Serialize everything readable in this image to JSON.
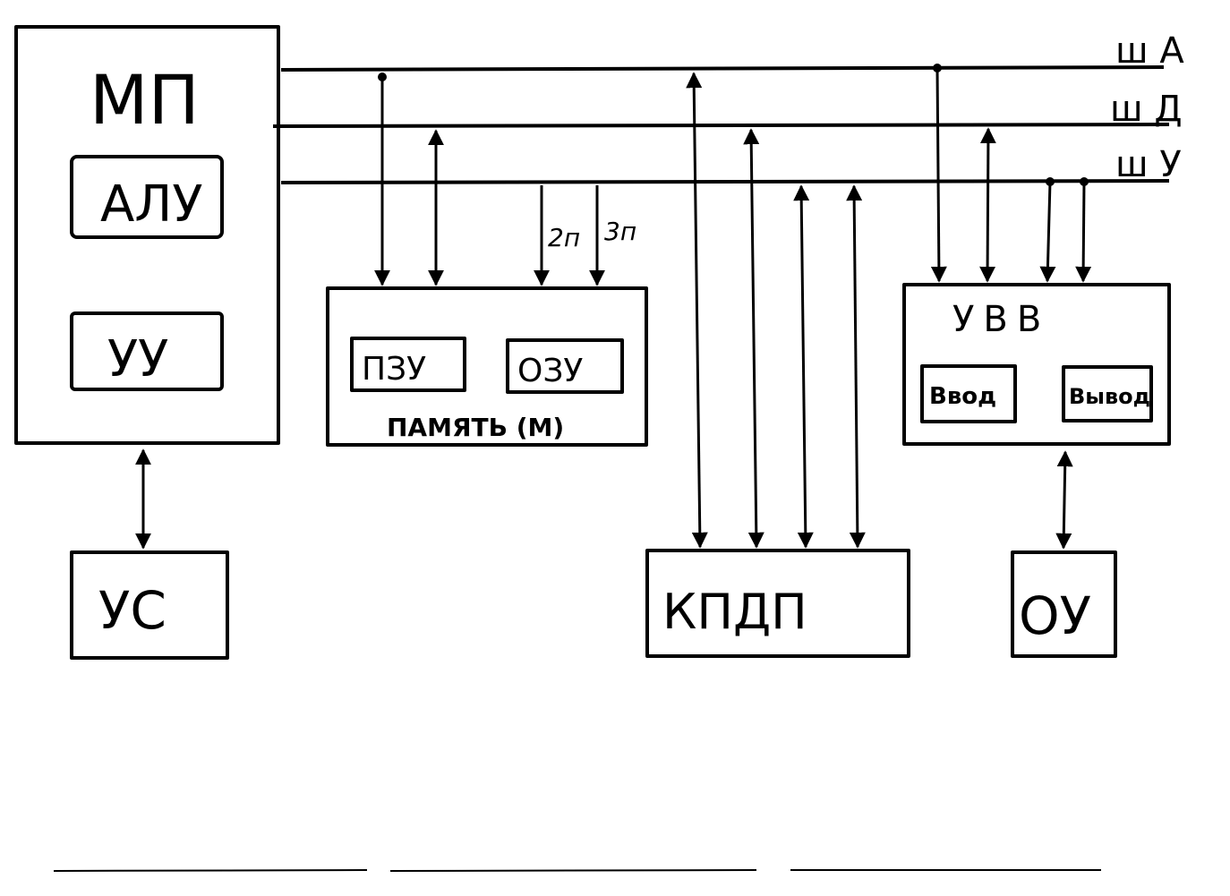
{
  "blocks": {
    "mp": "МП",
    "alu": "АЛУ",
    "uu": "УУ",
    "memory": "ПАМЯТЬ (М)",
    "rom": "ПЗУ",
    "ram": "ОЗУ",
    "io": "УВВ",
    "input": "Ввод",
    "output": "Вывод",
    "us": "УС",
    "kpdp": "КПДП",
    "ou": "ОУ"
  },
  "buses": {
    "address": "ш А",
    "data": "ш Д",
    "control": "ш У"
  },
  "signals": {
    "s2": "2п",
    "s3": "3п"
  }
}
